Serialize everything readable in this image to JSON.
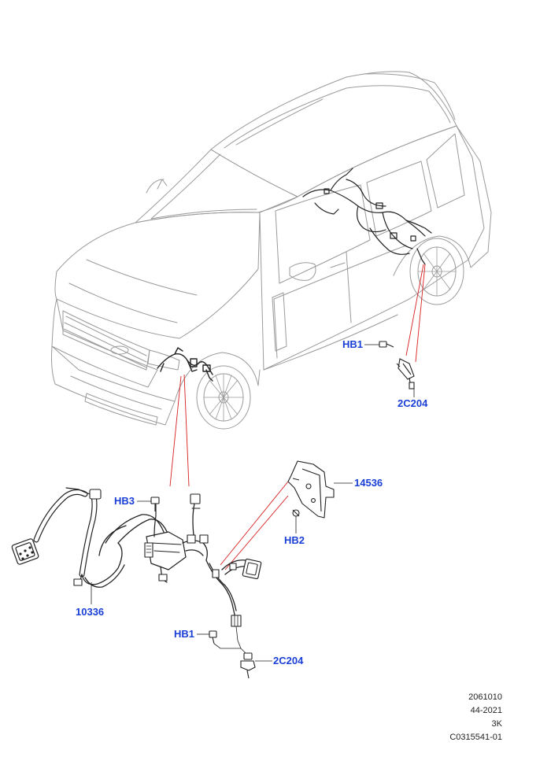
{
  "diagram": {
    "callouts": {
      "hb1_top": "HB1",
      "c2c204_top": "2C204",
      "hb3": "HB3",
      "p14536": "14536",
      "hb2": "HB2",
      "p10336": "10336",
      "hb1_bottom": "HB1",
      "c2c204_bottom": "2C204"
    },
    "info_block": {
      "line1": "2061010",
      "line2": "44-2021",
      "line3": "3K",
      "line4": "C0315541-01"
    },
    "colors": {
      "callout_text": "#1a3fd6",
      "leader_red": "#d81e1e",
      "line_art": "#9a9a9a",
      "harness": "#222222"
    }
  }
}
